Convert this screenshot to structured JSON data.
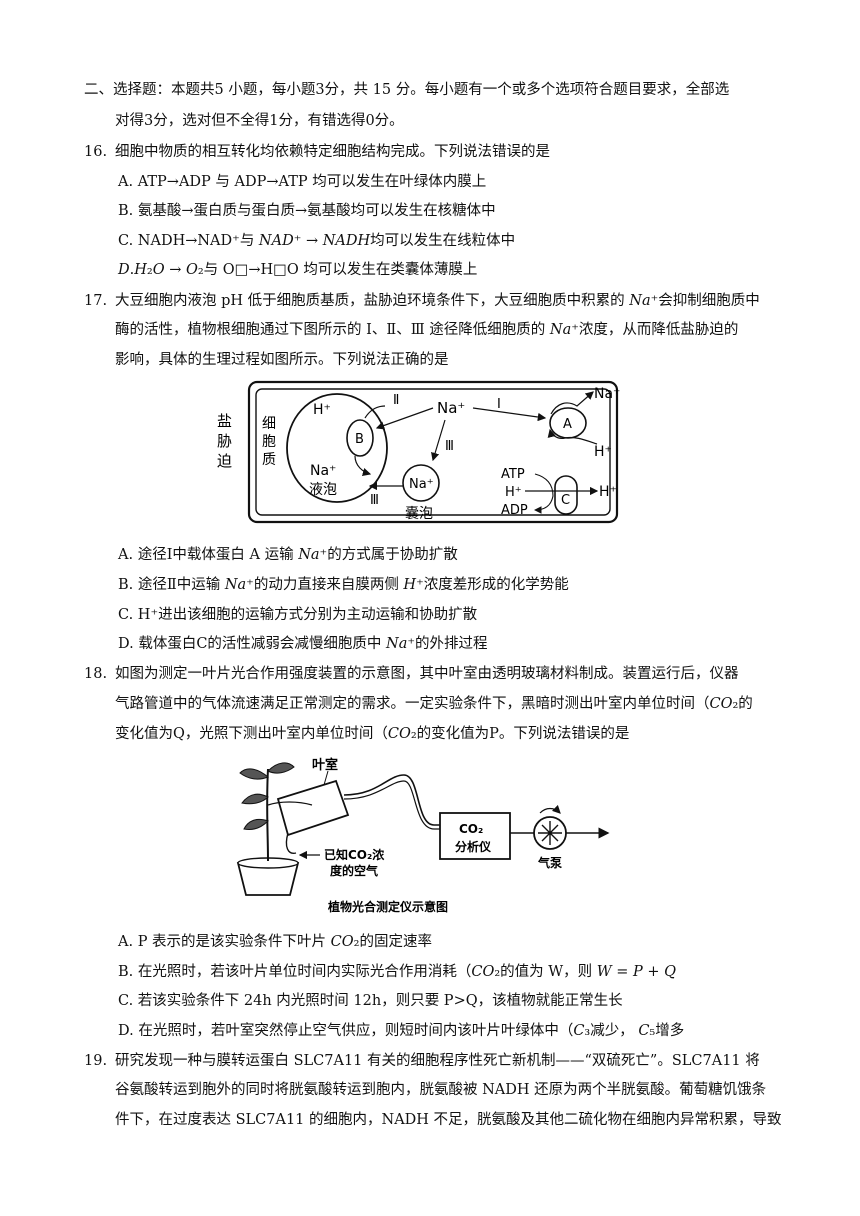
{
  "section_header": {
    "line1": "二、选择题：本题共5 小题，每小题3分，共 15 分。每小题有一个或多个选项符合题目要求，全部选",
    "line2": "对得3分，选对但不全得1分，有错选得0分。"
  },
  "q16": {
    "number": "16.",
    "stem": "细胞中物质的相互转化均依赖特定细胞结构完成。下列说法错误的是",
    "A": "A.  ATP→ADP 与 ADP→ATP 均可以发生在叶绿体内膜上",
    "B": "B.  氨基酸→蛋白质与蛋白质→氨基酸均可以发生在核糖体中",
    "C": "C.  NADH→NAD⁺与 𝑁𝐴𝐷⁺ → 𝑁𝐴𝐷𝐻均可以发生在线粒体中",
    "D": "𝐷.𝐻₂𝑂 → 𝑂₂与 O□→H□O 均可以发生在类囊体薄膜上"
  },
  "q17": {
    "number": "17.",
    "stem1": "大豆细胞内液泡 pH 低于细胞质基质，盐胁迫环境条件下，大豆细胞质中积累的 𝑁𝑎⁺会抑制细胞质中",
    "stem2": "酶的活性，植物根细胞通过下图所示的 Ⅰ、Ⅱ、Ⅲ 途径降低细胞质的 𝑁𝑎⁺浓度，从而降低盐胁迫的",
    "stem3": "影响，具体的生理过程如图所示。下列说法正确的是",
    "A": "A.  途径Ⅰ中载体蛋白 A 运输 𝑁𝑎⁺的方式属于协助扩散",
    "B": "B.  途径Ⅱ中运输 𝑁𝑎⁺的动力直接来自膜两侧 𝐻⁺浓度差形成的化学势能",
    "C": "C.  H⁺进出该细胞的运输方式分别为主动运输和协助扩散",
    "D": "D.  载体蛋白C的活性减弱会减慢细胞质中 𝑁𝑎⁺的外排过程"
  },
  "fig1": {
    "salt_stress": [
      "盐",
      "胁",
      "迫"
    ],
    "cytoplasm": [
      "细",
      "胞",
      "质"
    ],
    "h_plus": "H⁺",
    "na_plus": "Na⁺",
    "vacuole": "液泡",
    "vesicle": "囊泡",
    "atp": "ATP",
    "adp": "ADP",
    "roman1": "Ⅰ",
    "roman2": "Ⅱ",
    "roman3": "Ⅲ",
    "label_a": "A",
    "label_b": "B",
    "label_c": "C"
  },
  "q18": {
    "number": "18.",
    "stem1": "如图为测定一叶片光合作用强度装置的示意图，其中叶室由透明玻璃材料制成。装置运行后，仪器",
    "stem2": "气路管道中的气体流速满足正常测定的需求。一定实验条件下，黑暗时测出叶室内单位时间（𝐶𝑂₂的",
    "stem3": "变化值为Q，光照下测出叶室内单位时间（𝐶𝑂₂的变化值为P。下列说法错误的是",
    "A": "A.  P 表示的是该实验条件下叶片 𝐶𝑂₂的固定速率",
    "B": "B.  在光照时，若该叶片单位时间内实际光合作用消耗（𝐶𝑂₂的值为 W，则 𝑊 = 𝑃 + 𝑄",
    "C": "C.  若该实验条件下 24h 内光照时间 12h，则只要 P>Q，该植物就能正常生长",
    "D": "D.  在光照时，若叶室突然停止空气供应，则短时间内该叶片叶绿体中（𝐶₃减少，  𝐶₅增多"
  },
  "fig2": {
    "leaf_chamber": "叶室",
    "analyzer_line1": "CO₂",
    "analyzer_line2": "分析仪",
    "known_air_1": "已知CO₂浓",
    "known_air_2": "度的空气",
    "pump": "气泵",
    "caption": "植物光合测定仪示意图"
  },
  "q19": {
    "number": "19.",
    "line1": "研究发现一种与膜转运蛋白 SLC7A11 有关的细胞程序性死亡新机制——“双硫死亡”。SLC7A11 将",
    "line2": "谷氨酸转运到胞外的同时将胱氨酸转运到胞内，胱氨酸被 NADH 还原为两个半胱氨酸。葡萄糖饥饿条",
    "line3": "件下，在过度表达 SLC7A11 的细胞内，NADH 不足，胱氨酸及其他二硫化物在细胞内异常积累，导致"
  }
}
